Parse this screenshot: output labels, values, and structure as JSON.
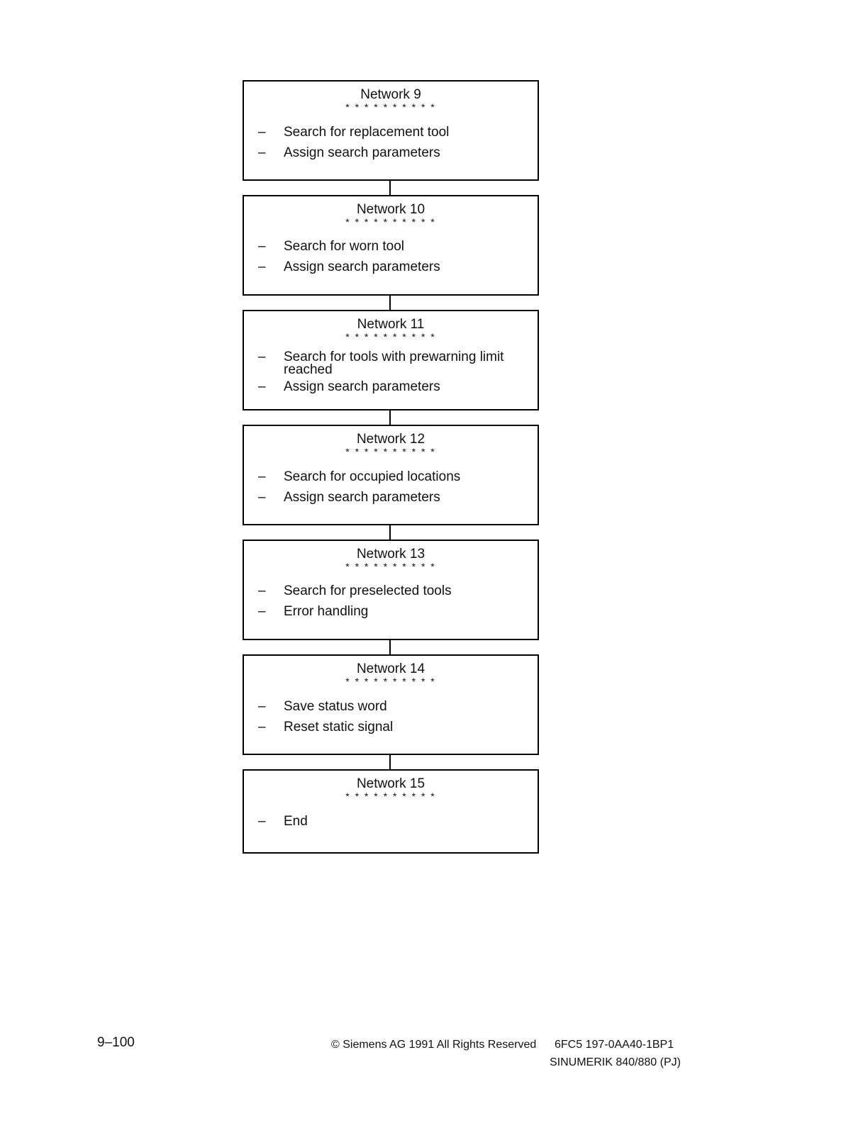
{
  "networks": [
    {
      "title": "Network 9",
      "stars": "* * * * * * * * * *",
      "items": [
        {
          "dash": "–",
          "text": "Search for replacement tool"
        },
        {
          "dash": "–",
          "text": "Assign search parameters"
        }
      ]
    },
    {
      "title": "Network 10",
      "stars": "* * * * * * * * * *",
      "items": [
        {
          "dash": "–",
          "text": "Search for worn tool"
        },
        {
          "dash": "–",
          "text": "Assign search parameters"
        }
      ]
    },
    {
      "title": "Network 11",
      "stars": "* * * * * * * * * *",
      "items": [
        {
          "dash": "–",
          "text": "Search for tools with prewarning limit reached"
        },
        {
          "dash": "–",
          "text": "Assign search parameters"
        }
      ]
    },
    {
      "title": "Network 12",
      "stars": "* * * * * * * * * *",
      "items": [
        {
          "dash": "–",
          "text": "Search for occupied locations"
        },
        {
          "dash": "–",
          "text": "Assign search parameters"
        }
      ]
    },
    {
      "title": "Network 13",
      "stars": "* * * * * * * * * *",
      "items": [
        {
          "dash": "–",
          "text": "Search for preselected tools"
        },
        {
          "dash": "–",
          "text": "Error handling"
        }
      ]
    },
    {
      "title": "Network 14",
      "stars": "* * * * * * * * * *",
      "items": [
        {
          "dash": "–",
          "text": "Save status word"
        },
        {
          "dash": "–",
          "text": "Reset static signal"
        }
      ]
    },
    {
      "title": "Network 15",
      "stars": "* * * * * * * * * *",
      "items": [
        {
          "dash": "–",
          "text": "End"
        }
      ]
    }
  ],
  "footer": {
    "page_number": "9–100",
    "copyright": "© Siemens AG  1991  All Rights Reserved",
    "order_number": "6FC5 197-0AA40-1BP1",
    "product": "SINUMERIK 840/880 (PJ)"
  }
}
